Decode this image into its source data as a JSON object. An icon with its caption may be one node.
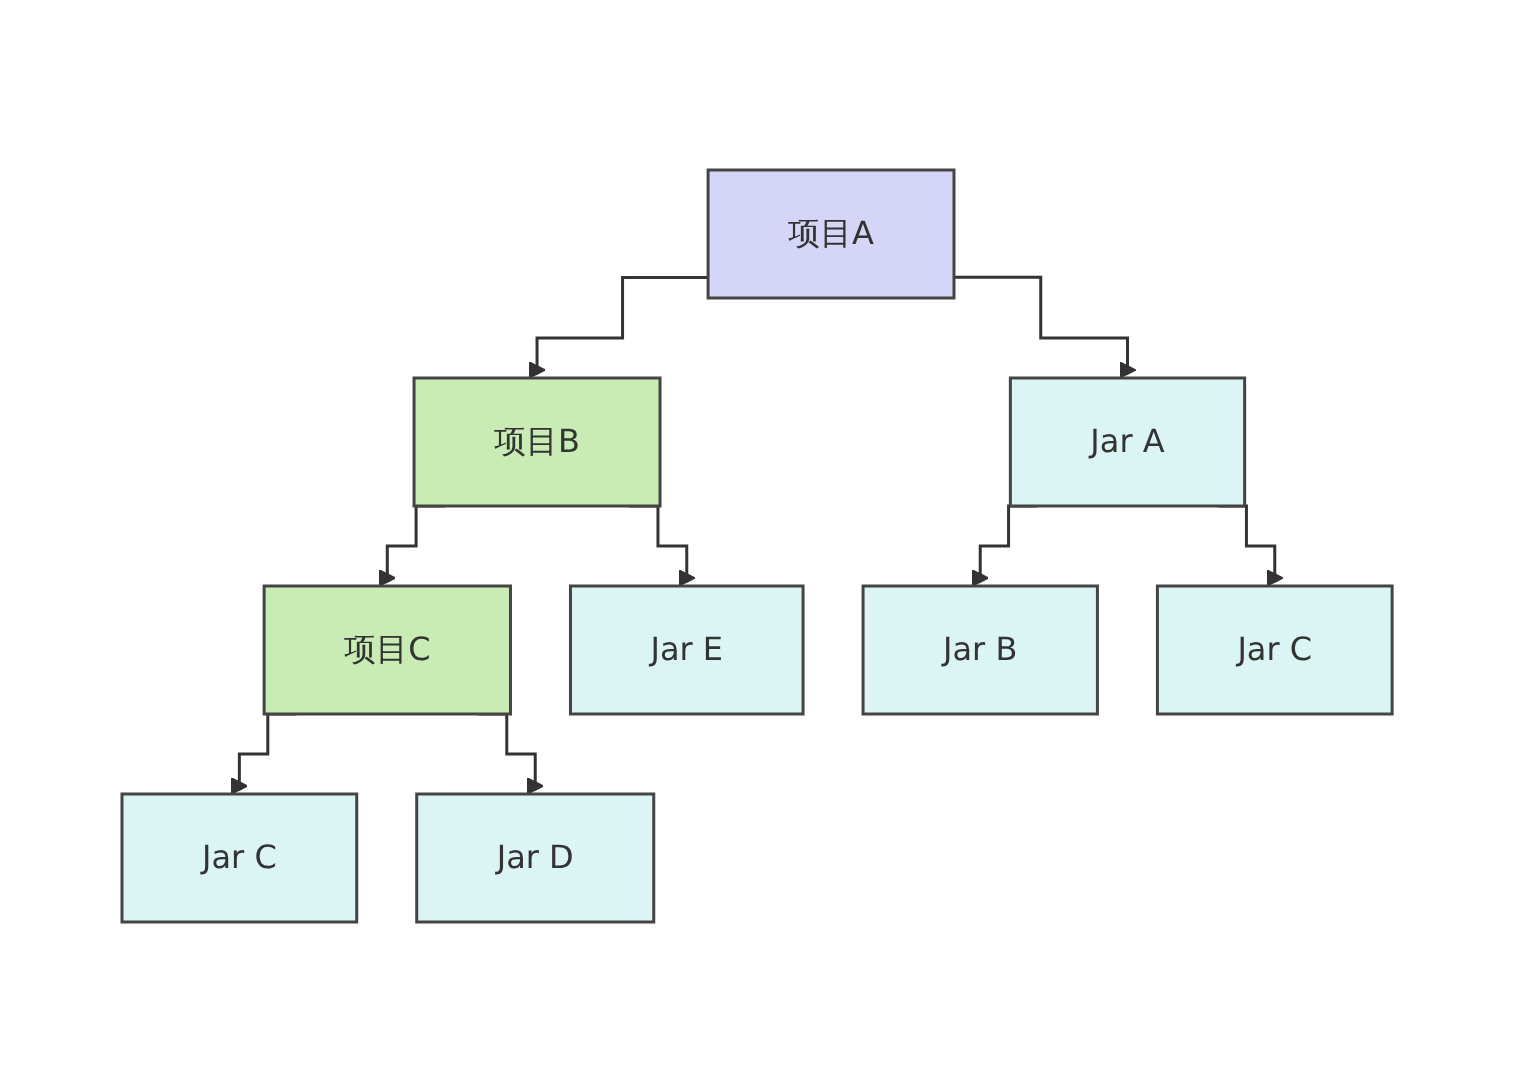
{
  "diagram": {
    "nodes": [
      {
        "text": [
          "项目A"
        ]
      },
      {
        "text": [
          "项目B"
        ]
      },
      {
        "text": [
          "Jar A"
        ]
      },
      {
        "text": [
          "项目C"
        ]
      },
      {
        "text": [
          "Jar C"
        ]
      },
      {
        "text": [
          "Jar D"
        ]
      },
      {
        "text": [
          "Jar E"
        ]
      },
      {
        "text": [
          "Jar B"
        ]
      },
      {
        "text": [
          "Jar C"
        ]
      }
    ],
    "edges": [
      {
        "from": 0,
        "to": 1,
        "arrow": "to"
      },
      {
        "from": 0,
        "to": 2,
        "arrow": "to"
      },
      {
        "from": 1,
        "to": 3,
        "arrow": "to"
      },
      {
        "from": 1,
        "to": 6,
        "arrow": "to"
      },
      {
        "from": 3,
        "to": 4,
        "arrow": "to"
      },
      {
        "from": 3,
        "to": 5,
        "arrow": "to"
      },
      {
        "from": 2,
        "to": 7,
        "arrow": "to"
      },
      {
        "from": 2,
        "to": 8,
        "arrow": "to"
      }
    ]
  }
}
